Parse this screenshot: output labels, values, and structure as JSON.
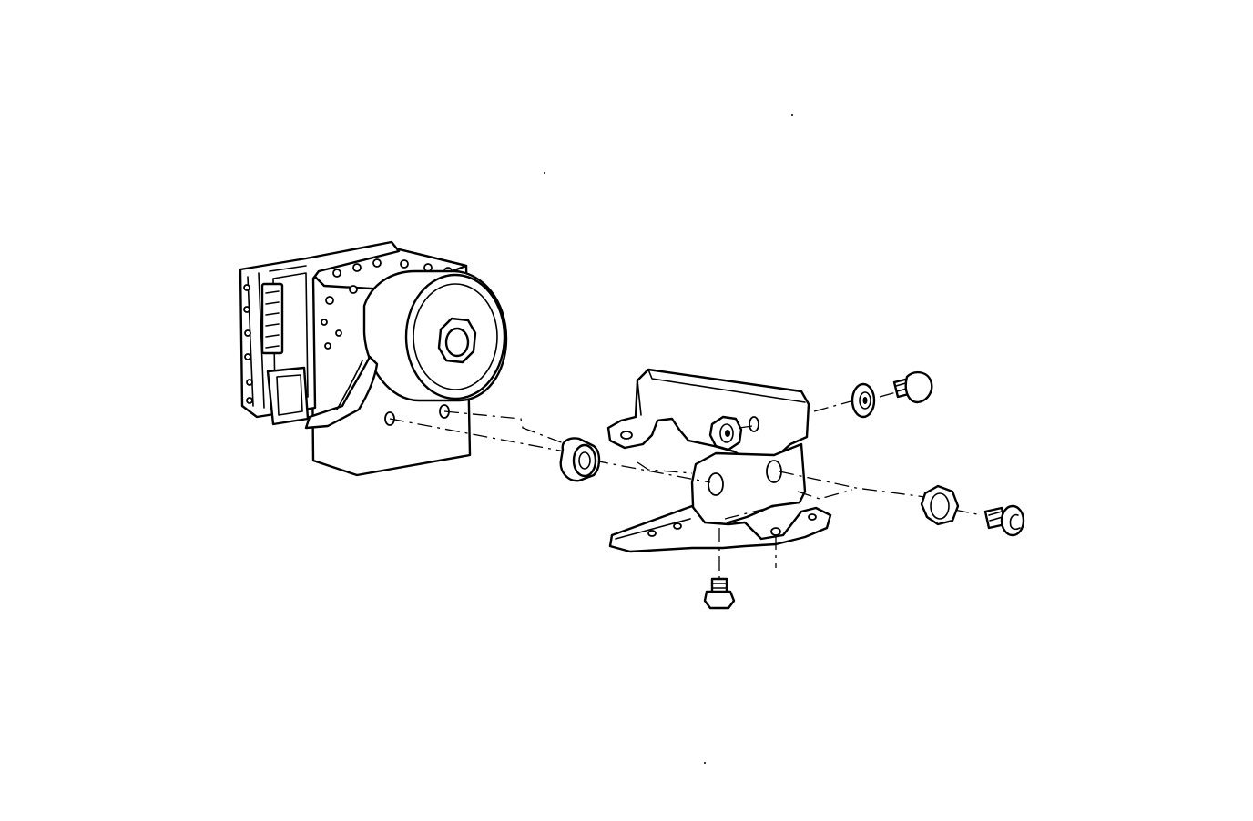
{
  "diagram": {
    "colors": {
      "ink": "#000000",
      "paper": "#ffffff"
    },
    "parts": [
      "hydraulic-unit",
      "mounting-bracket",
      "rubber-mount",
      "washer",
      "nut",
      "bolt"
    ]
  }
}
